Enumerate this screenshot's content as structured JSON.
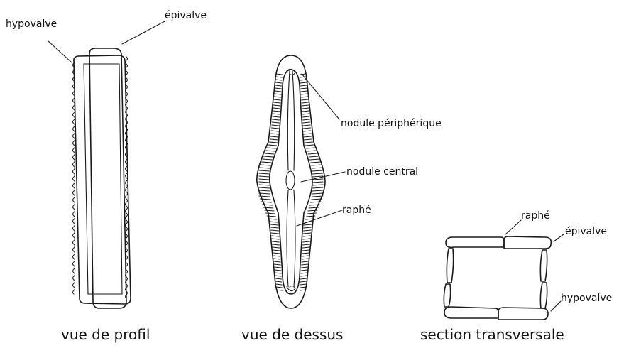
{
  "labels": {
    "profile_hypovalve": "hypovalve",
    "profile_epivalve": "épivalve",
    "top_peripheral_nodule": "nodule périphérique",
    "top_central_nodule": "nodule central",
    "top_raphe": "raphé",
    "section_raphe": "raphé",
    "section_epivalve": "épivalve",
    "section_hypovalve": "hypovalve"
  },
  "captions": {
    "profile_view": "vue de profil",
    "top_view": "vue de dessus",
    "cross_section": "section transversale"
  },
  "colors": {
    "ink": "#1a1a1a",
    "background": "#ffffff"
  }
}
